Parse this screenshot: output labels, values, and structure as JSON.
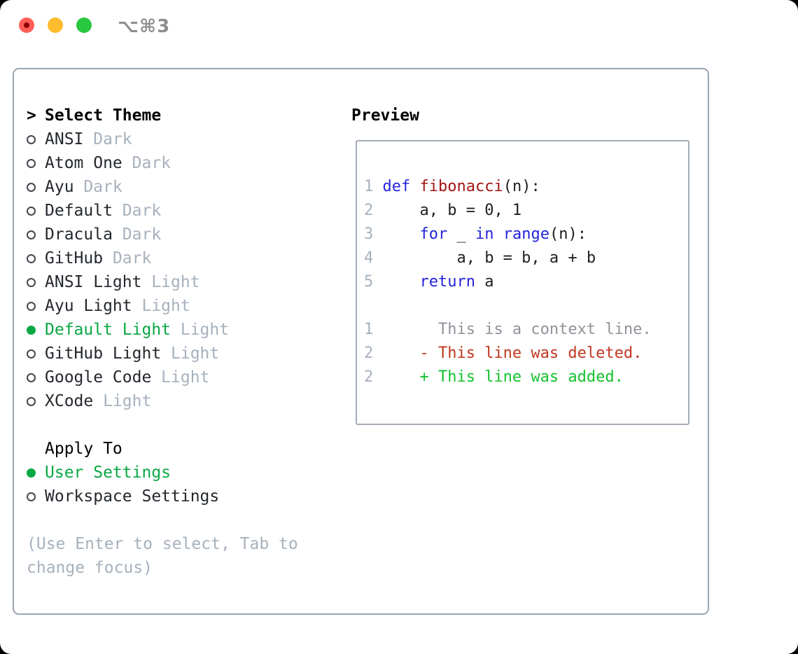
{
  "window": {
    "title": "⌥⌘3",
    "traffic_lights": [
      {
        "name": "close",
        "color": "#ff5f57",
        "dot": "#8c0005"
      },
      {
        "name": "minimize",
        "color": "#febc2e"
      },
      {
        "name": "zoom",
        "color": "#28c840"
      }
    ]
  },
  "theme_list": {
    "header_marker": ">",
    "header": "Select Theme",
    "items": [
      {
        "label": "ANSI",
        "variant": "Dark",
        "selected": false
      },
      {
        "label": "Atom One",
        "variant": "Dark",
        "selected": false
      },
      {
        "label": "Ayu",
        "variant": "Dark",
        "selected": false
      },
      {
        "label": "Default",
        "variant": "Dark",
        "selected": false
      },
      {
        "label": "Dracula",
        "variant": "Dark",
        "selected": false
      },
      {
        "label": "GitHub",
        "variant": "Dark",
        "selected": false
      },
      {
        "label": "ANSI Light",
        "variant": "Light",
        "selected": false
      },
      {
        "label": "Ayu Light",
        "variant": "Light",
        "selected": false
      },
      {
        "label": "Default Light",
        "variant": "Light",
        "selected": true
      },
      {
        "label": "GitHub Light",
        "variant": "Light",
        "selected": false
      },
      {
        "label": "Google Code",
        "variant": "Light",
        "selected": false
      },
      {
        "label": "XCode",
        "variant": "Light",
        "selected": false
      }
    ]
  },
  "apply_to": {
    "header": "Apply To",
    "options": [
      {
        "label": "User Settings",
        "selected": true
      },
      {
        "label": "Workspace Settings",
        "selected": false
      }
    ]
  },
  "help_text": "(Use Enter to select, Tab to change focus)",
  "preview": {
    "title": "Preview",
    "lines": [
      {
        "num": "1",
        "segments": [
          {
            "t": "def",
            "c": "keyword"
          },
          {
            "t": " ",
            "c": "plain"
          },
          {
            "t": "fibonacci",
            "c": "function"
          },
          {
            "t": "(n):",
            "c": "plain"
          }
        ]
      },
      {
        "num": "2",
        "segments": [
          {
            "t": "    a, b = 0, 1",
            "c": "plain"
          }
        ]
      },
      {
        "num": "3",
        "segments": [
          {
            "t": "    ",
            "c": "plain"
          },
          {
            "t": "for",
            "c": "keyword"
          },
          {
            "t": " _ ",
            "c": "plain"
          },
          {
            "t": "in",
            "c": "keyword"
          },
          {
            "t": " ",
            "c": "plain"
          },
          {
            "t": "range",
            "c": "keyword"
          },
          {
            "t": "(n):",
            "c": "plain"
          }
        ]
      },
      {
        "num": "4",
        "segments": [
          {
            "t": "        a, b = b, a + b",
            "c": "plain"
          }
        ]
      },
      {
        "num": "5",
        "segments": [
          {
            "t": "    ",
            "c": "plain"
          },
          {
            "t": "return",
            "c": "keyword"
          },
          {
            "t": " a",
            "c": "plain"
          }
        ]
      },
      {
        "num": "",
        "segments": []
      },
      {
        "num": "1",
        "segments": [
          {
            "t": "      This is a context line.",
            "c": "context"
          }
        ]
      },
      {
        "num": "2",
        "segments": [
          {
            "t": "    - This line was deleted.",
            "c": "deleted"
          }
        ]
      },
      {
        "num": "2",
        "segments": [
          {
            "t": "    + This line was added.",
            "c": "added"
          }
        ]
      }
    ]
  },
  "colors": {
    "panel_border": "#9aa5b1",
    "selected_green": "#0aa845",
    "keyword_blue": "#2424dd",
    "function_red": "#a31515",
    "deleted_red": "#c2371f",
    "added_green": "#13c22d",
    "muted_gray": "#a6b1bd"
  }
}
